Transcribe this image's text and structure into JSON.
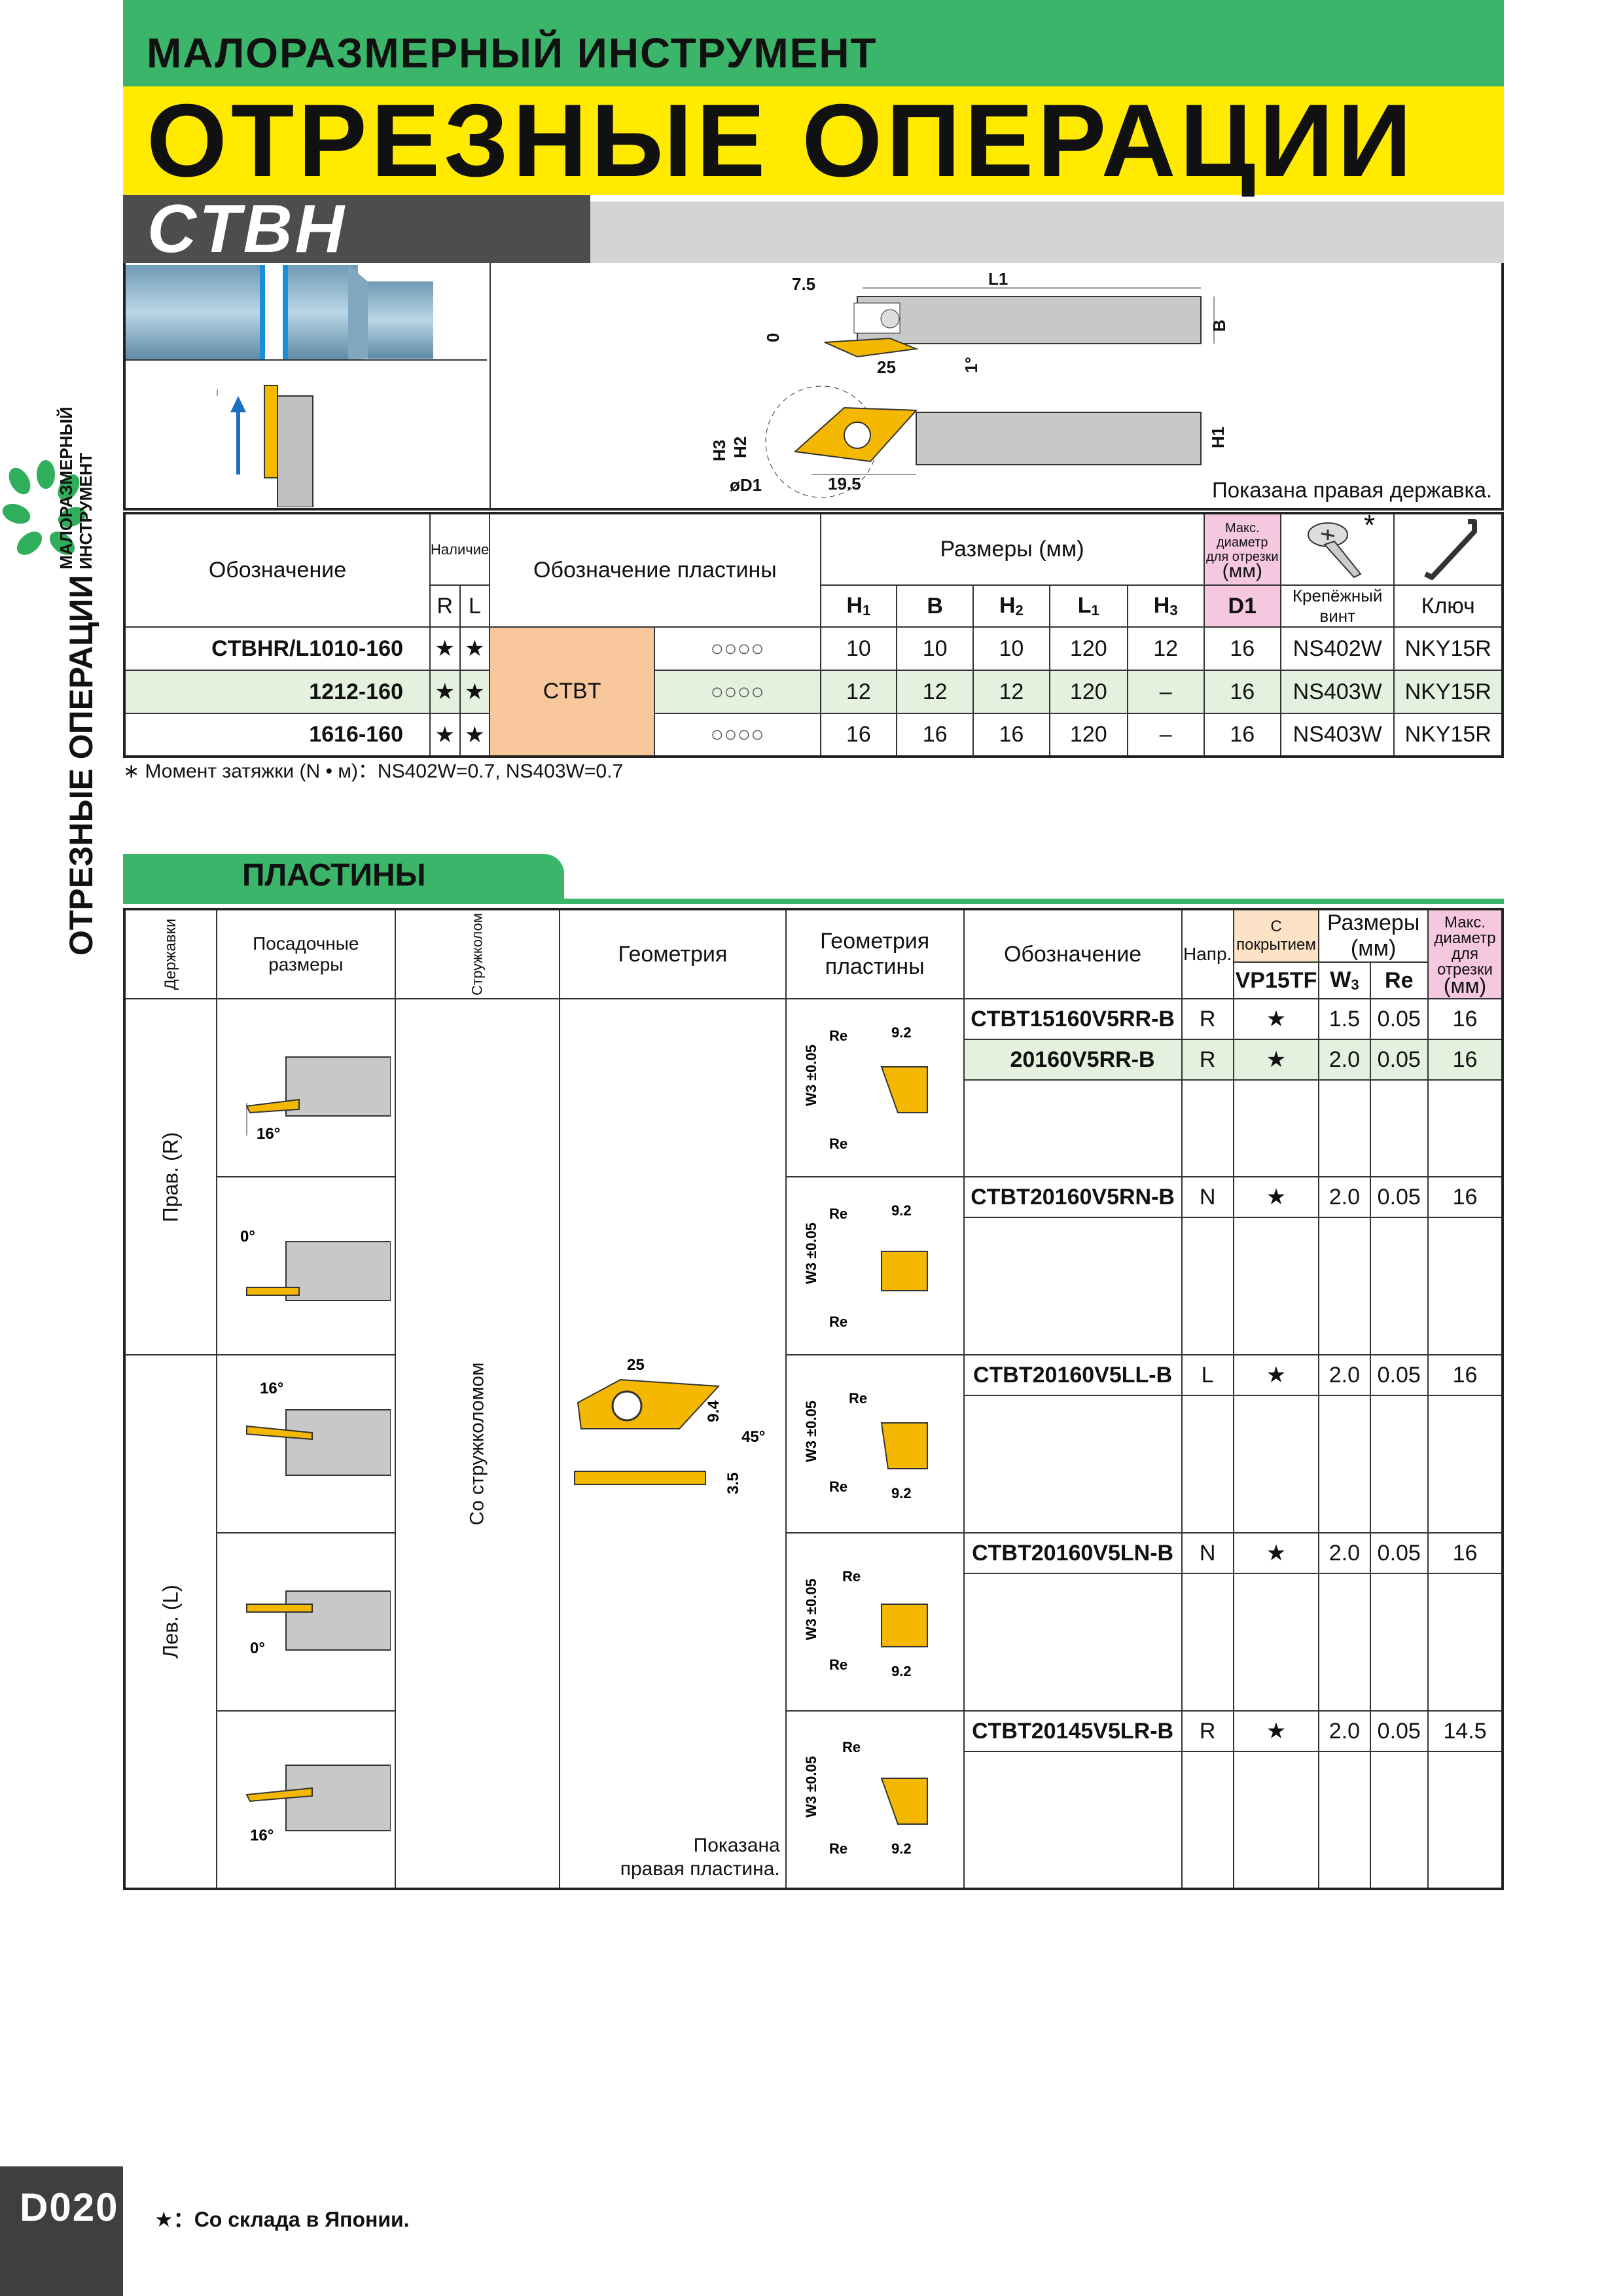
{
  "header": {
    "subtitle": "МАЛОРАЗМЕРНЫЙ ИНСТРУМЕНТ",
    "title": "ОТРЕЗНЫЕ ОПЕРАЦИИ",
    "code": "CTBH"
  },
  "side": {
    "vertical_label": "ОТРЕЗНЫЕ ОПЕРАЦИИ",
    "small_label_1": "МАЛОРАЗМЕРНЫЙ",
    "small_label_2": "ИНСТРУМЕНТ"
  },
  "drawing": {
    "dim_7_5": "7.5",
    "dim_L1": "L1",
    "dim_0": "0",
    "dim_25": "25",
    "dim_B": "B",
    "dim_1deg": "1°",
    "dim_H3": "H3",
    "dim_H2": "H2",
    "dim_H1": "H1",
    "dim_D1": "øD1",
    "dim_19_5": "19.5",
    "caption": "Показана правая державка."
  },
  "holders": {
    "headers": {
      "designation": "Обозначение",
      "availability": "Наличие",
      "R": "R",
      "L": "L",
      "insert": "Обозначение пластины",
      "dims": "Размеры (мм)",
      "H1": "H1",
      "B": "B",
      "H2": "H2",
      "L1": "L1",
      "H3": "H3",
      "max1": "Макс.",
      "max2": "диаметр",
      "max3": "для отрезки",
      "max4": "(мм)",
      "D1": "D1",
      "screw": "Крепёжный винт",
      "key": "Ключ",
      "star": "*"
    },
    "insert_code": "CTBT",
    "insert_suffix": "○○○○",
    "rows": [
      {
        "name": "CTBHR/L1010-160",
        "R": "★",
        "L": "★",
        "H1": "10",
        "B": "10",
        "H2": "10",
        "L1": "120",
        "H3": "12",
        "D1": "16",
        "screw": "NS402W",
        "key": "NKY15R"
      },
      {
        "name": "1212-160",
        "R": "★",
        "L": "★",
        "H1": "12",
        "B": "12",
        "H2": "12",
        "L1": "120",
        "H3": "–",
        "D1": "16",
        "screw": "NS403W",
        "key": "NKY15R"
      },
      {
        "name": "1616-160",
        "R": "★",
        "L": "★",
        "H1": "16",
        "B": "16",
        "H2": "16",
        "L1": "120",
        "H3": "–",
        "D1": "16",
        "screw": "NS403W",
        "key": "NKY15R"
      }
    ],
    "footnote": "∗ Момент затяжки (N • м)：NS402W=0.7, NS403W=0.7"
  },
  "inserts_section": {
    "title": "ПЛАСТИНЫ",
    "headers": {
      "holders": "Державки",
      "seat": "Посадочные размеры",
      "breaker": "Стружколом",
      "geometry": "Геометрия",
      "insert_geometry_1": "Геометрия",
      "insert_geometry_2": "пластины",
      "designation": "Обозначение",
      "hand": "Напр.",
      "coated": "С покрытием",
      "grade": "VP15TF",
      "dims": "Размеры (мм)",
      "W3": "W3",
      "Re": "Re",
      "max1": "Макс.",
      "max2": "диаметр",
      "max3": "для отрезки",
      "max4": "(мм)"
    },
    "right_label": "Прав. (R)",
    "left_label": "Лев. (L)",
    "breaker_label": "Со стружколомом",
    "geometry_caption_1": "Показана",
    "geometry_caption_2": "правая пластина.",
    "geometry_dims": {
      "d25": "25",
      "d9_4": "9.4",
      "d45": "45°",
      "d3_5": "3.5"
    },
    "seat_angles": [
      "16°",
      "0°",
      "16°",
      "0°",
      "16°"
    ],
    "insert_labels": {
      "re": "Re",
      "w3": "W3 ±0.05",
      "dim": "9.2"
    },
    "rows": [
      {
        "name": "CTBT15160V5RR-B",
        "hand": "R",
        "grade": "★",
        "W3": "1.5",
        "Re": "0.05",
        "max": "16"
      },
      {
        "name": "20160V5RR-B",
        "hand": "R",
        "grade": "★",
        "W3": "2.0",
        "Re": "0.05",
        "max": "16"
      },
      {
        "name": "CTBT20160V5RN-B",
        "hand": "N",
        "grade": "★",
        "W3": "2.0",
        "Re": "0.05",
        "max": "16"
      },
      {
        "name": "CTBT20160V5LL-B",
        "hand": "L",
        "grade": "★",
        "W3": "2.0",
        "Re": "0.05",
        "max": "16"
      },
      {
        "name": "CTBT20160V5LN-B",
        "hand": "N",
        "grade": "★",
        "W3": "2.0",
        "Re": "0.05",
        "max": "16"
      },
      {
        "name": "CTBT20145V5LR-B",
        "hand": "R",
        "grade": "★",
        "W3": "2.0",
        "Re": "0.05",
        "max": "14.5"
      }
    ]
  },
  "footer": {
    "page": "D020",
    "note": "★：Со склада в Японии."
  },
  "colors": {
    "green": "#3bb56a",
    "yellow": "#ffea00",
    "insert": "#f5b800",
    "pink": "#f6c8df",
    "orange": "#f9c79c"
  }
}
